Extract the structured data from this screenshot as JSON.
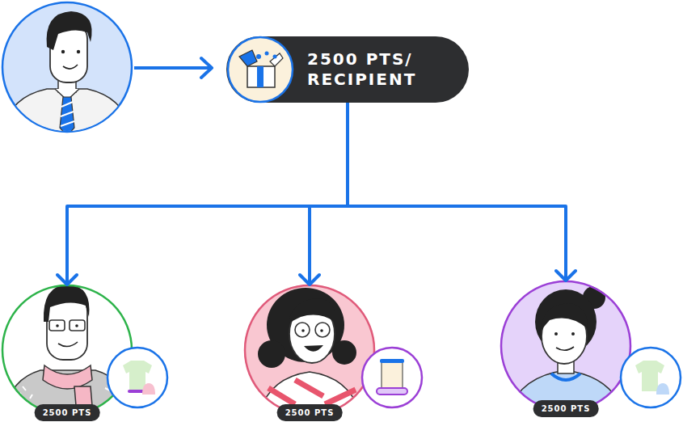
{
  "diagram": {
    "nodes": [
      {
        "text": [
          "2500 PTS/ RECIPIENT"
        ]
      },
      {
        "text": [
          "2500 PTS"
        ]
      },
      {
        "text": [
          "2500 PTS"
        ]
      },
      {
        "text": [
          "2500 PTS"
        ]
      }
    ],
    "edges": [
      {
        "from": 0,
        "to": 1,
        "arrow": "to"
      },
      {
        "from": 0,
        "to": 2,
        "arrow": "to"
      },
      {
        "from": 0,
        "to": 3,
        "arrow": "to"
      }
    ]
  }
}
